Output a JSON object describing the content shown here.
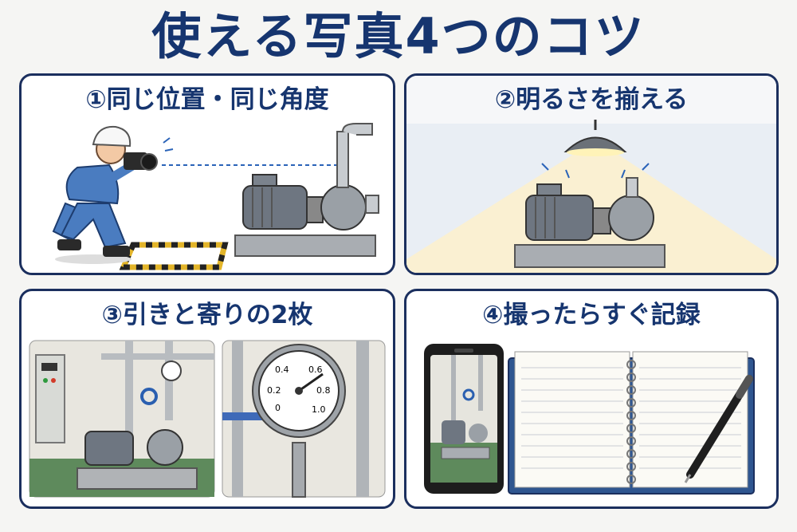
{
  "title": "使える写真4つのコツ",
  "colors": {
    "navy": "#16356f",
    "frame": "#1b2f5e",
    "worker_blue": "#4a7cc0",
    "warm_light": "#f9efcf"
  },
  "tips": [
    {
      "number": "①",
      "label": "同じ位置・同じ角度"
    },
    {
      "number": "②",
      "label": "明るさを揃える"
    },
    {
      "number": "③",
      "label": "引きと寄りの2枚"
    },
    {
      "number": "④",
      "label": "撮ったらすぐ記録"
    }
  ],
  "gauge": {
    "labels": [
      "0",
      "0.2",
      "0.4",
      "0.6",
      "0.8",
      "1.0"
    ]
  },
  "icons": [
    "camera-icon",
    "pump-icon",
    "lamp-icon",
    "pressure-gauge-icon",
    "smartphone-icon",
    "notebook-icon",
    "pen-icon"
  ]
}
